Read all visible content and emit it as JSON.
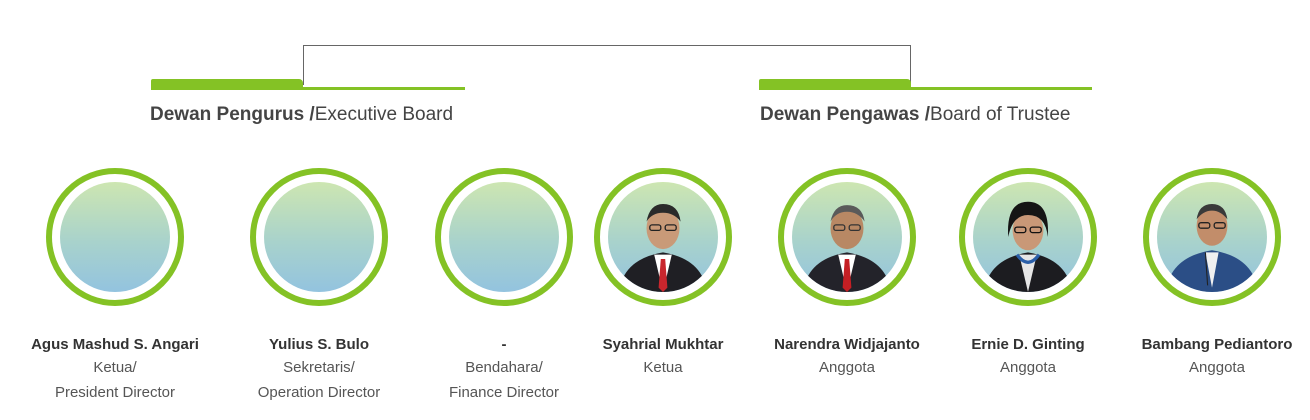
{
  "executive_board": {
    "title_bold": "Dewan Pengurus /",
    "title_regular": "Executive Board"
  },
  "board_of_trustee": {
    "title_bold": "Dewan Pengawas /",
    "title_regular": "Board of Trustee"
  },
  "colors": {
    "accent": "#84c225",
    "connector": "#666666"
  },
  "members": [
    {
      "name": "Agus Mashud S. Angari",
      "role_1": "Ketua/",
      "role_2": "President Director",
      "photo": "placeholder"
    },
    {
      "name": "Yulius S. Bulo",
      "role_1": "Sekretaris/",
      "role_2": "Operation Director",
      "photo": "placeholder"
    },
    {
      "name": "-",
      "role_1": "Bendahara/",
      "role_2": "Finance Director",
      "photo": "placeholder"
    },
    {
      "name": "Syahrial Mukhtar",
      "role_1": "Ketua",
      "role_2": "",
      "photo": "portrait"
    },
    {
      "name": "Narendra Widjajanto",
      "role_1": "Anggota",
      "role_2": "",
      "photo": "portrait"
    },
    {
      "name": "Ernie D. Ginting",
      "role_1": "Anggota",
      "role_2": "",
      "photo": "portrait"
    },
    {
      "name": "Bambang Pediantoro",
      "role_1": "Anggota",
      "role_2": "",
      "photo": "portrait"
    }
  ]
}
